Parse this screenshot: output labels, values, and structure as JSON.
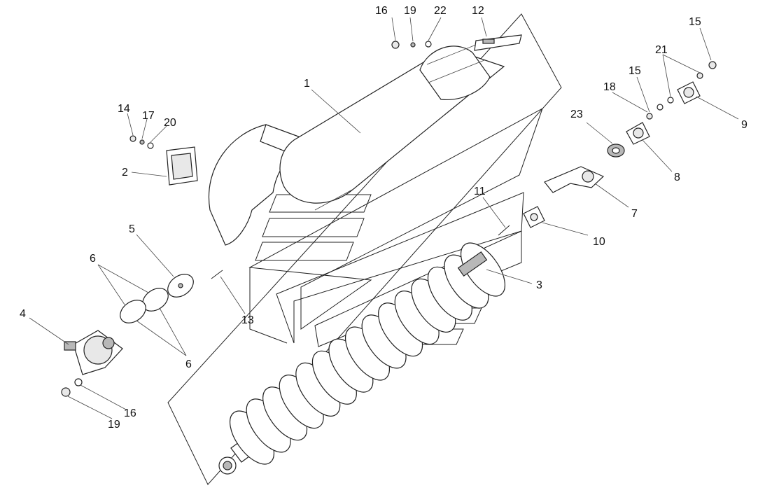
{
  "callouts": [
    {
      "id": "c1",
      "text": "1"
    },
    {
      "id": "c2",
      "text": "2"
    },
    {
      "id": "c3",
      "text": "3"
    },
    {
      "id": "c4",
      "text": "4"
    },
    {
      "id": "c5",
      "text": "5"
    },
    {
      "id": "c6a",
      "text": "6"
    },
    {
      "id": "c6b",
      "text": "6"
    },
    {
      "id": "c7",
      "text": "7"
    },
    {
      "id": "c8",
      "text": "8"
    },
    {
      "id": "c9",
      "text": "9"
    },
    {
      "id": "c10",
      "text": "10"
    },
    {
      "id": "c11",
      "text": "11"
    },
    {
      "id": "c12",
      "text": "12"
    },
    {
      "id": "c13",
      "text": "13"
    },
    {
      "id": "c14",
      "text": "14"
    },
    {
      "id": "c15a",
      "text": "15"
    },
    {
      "id": "c15b",
      "text": "15"
    },
    {
      "id": "c16a",
      "text": "16"
    },
    {
      "id": "c16b",
      "text": "16"
    },
    {
      "id": "c17",
      "text": "17"
    },
    {
      "id": "c18",
      "text": "18"
    },
    {
      "id": "c19a",
      "text": "19"
    },
    {
      "id": "c19b",
      "text": "19"
    },
    {
      "id": "c20",
      "text": "20"
    },
    {
      "id": "c21",
      "text": "21"
    },
    {
      "id": "c22",
      "text": "22"
    },
    {
      "id": "c23",
      "text": "23"
    }
  ]
}
